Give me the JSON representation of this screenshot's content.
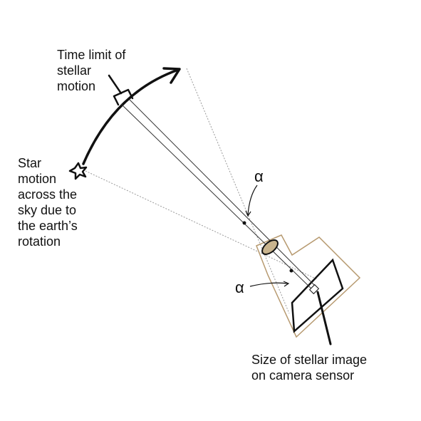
{
  "labels": {
    "time_limit": [
      "Time limit of",
      "stellar",
      "motion"
    ],
    "star_motion": [
      "Star",
      "motion",
      "across the",
      "sky due to",
      "the earth’s",
      "rotation"
    ],
    "alpha_upper": "α",
    "alpha_lower": "α",
    "image_size": [
      "Size of stellar image",
      "on camera sensor"
    ]
  },
  "colors": {
    "ink": "#111111",
    "camera_outline": "#b79a70",
    "lens_fill": "#c9b48e",
    "dotted_ray": "#9a9a9a"
  }
}
